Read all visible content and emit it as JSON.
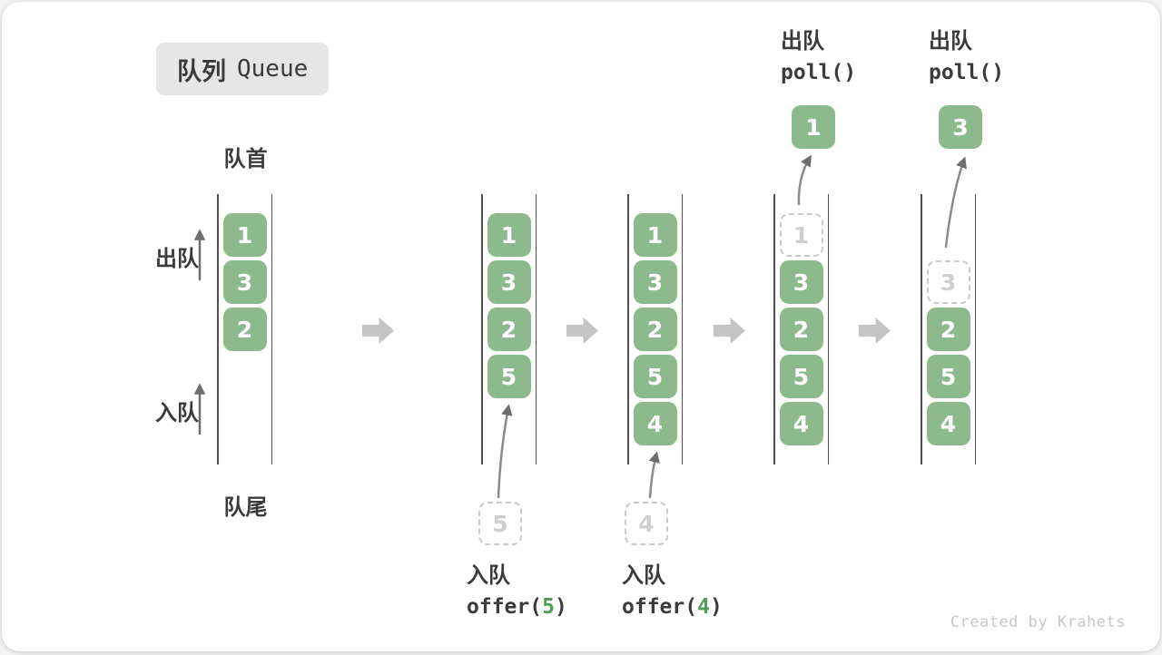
{
  "title": {
    "zh": "队列",
    "en": "Queue"
  },
  "labels": {
    "front": "队首",
    "rear": "队尾",
    "dequeue": "出队",
    "enqueue": "入队"
  },
  "watermark": "Created by Krahets",
  "colors": {
    "box_green": "#8cba8c",
    "accent_green": "#4f9e51",
    "text_dark": "#3b3b3b",
    "big_arrow_gray": "#c4c4c4",
    "thin_arrow_gray": "#7d7d7d",
    "dashed_gray": "#c9c9c9",
    "badge_bg": "#e6e6e6"
  },
  "stages": [
    {
      "name": "initial",
      "cells": [
        {
          "row": 0,
          "v": "1"
        },
        {
          "row": 1,
          "v": "3"
        },
        {
          "row": 2,
          "v": "2"
        }
      ]
    },
    {
      "name": "after-offer-5",
      "cells": [
        {
          "row": 0,
          "v": "1"
        },
        {
          "row": 1,
          "v": "3"
        },
        {
          "row": 2,
          "v": "2"
        },
        {
          "row": 3,
          "v": "5"
        }
      ],
      "pending": "5",
      "op": {
        "label": "入队",
        "fn_prefix": "offer(",
        "arg": "5",
        "fn_suffix": ")"
      }
    },
    {
      "name": "after-offer-4",
      "cells": [
        {
          "row": 0,
          "v": "1"
        },
        {
          "row": 1,
          "v": "3"
        },
        {
          "row": 2,
          "v": "2"
        },
        {
          "row": 3,
          "v": "5"
        },
        {
          "row": 4,
          "v": "4"
        }
      ],
      "pending": "4",
      "op": {
        "label": "入队",
        "fn_prefix": "offer(",
        "arg": "4",
        "fn_suffix": ")"
      }
    },
    {
      "name": "after-poll-1",
      "cells": [
        {
          "row": 0,
          "v": "1",
          "removed": true
        },
        {
          "row": 1,
          "v": "3"
        },
        {
          "row": 2,
          "v": "2"
        },
        {
          "row": 3,
          "v": "5"
        },
        {
          "row": 4,
          "v": "4"
        }
      ],
      "out": "1",
      "op_top": {
        "label": "出队",
        "fn": "poll()"
      }
    },
    {
      "name": "after-poll-3",
      "cells": [
        {
          "row": 1,
          "v": "3",
          "removed": true
        },
        {
          "row": 2,
          "v": "2"
        },
        {
          "row": 3,
          "v": "5"
        },
        {
          "row": 4,
          "v": "4"
        }
      ],
      "out": "3",
      "op_top": {
        "label": "出队",
        "fn": "poll()"
      }
    }
  ]
}
